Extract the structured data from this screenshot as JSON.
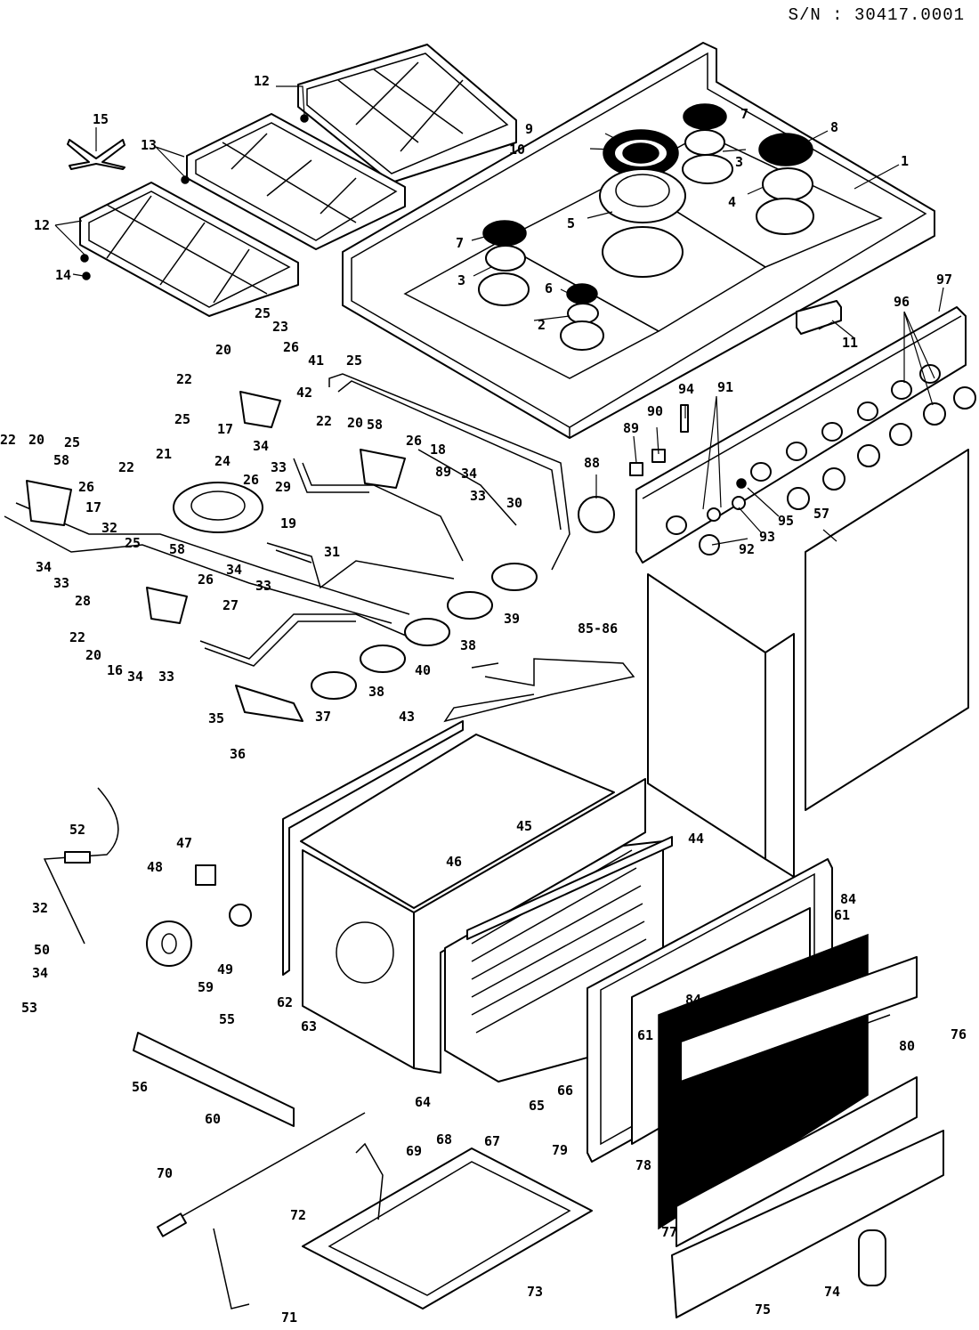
{
  "header": {
    "serial_number": "S/N : 30417.0001"
  },
  "colors": {
    "line": "#000000",
    "background": "#ffffff"
  },
  "callouts": [
    {
      "id": "1",
      "label": "1"
    },
    {
      "id": "2",
      "label": "2"
    },
    {
      "id": "3a",
      "label": "3"
    },
    {
      "id": "3b",
      "label": "3"
    },
    {
      "id": "4",
      "label": "4"
    },
    {
      "id": "5",
      "label": "5"
    },
    {
      "id": "6",
      "label": "6"
    },
    {
      "id": "7a",
      "label": "7"
    },
    {
      "id": "7b",
      "label": "7"
    },
    {
      "id": "8",
      "label": "8"
    },
    {
      "id": "9",
      "label": "9"
    },
    {
      "id": "10",
      "label": "10"
    },
    {
      "id": "11",
      "label": "11"
    },
    {
      "id": "12a",
      "label": "12"
    },
    {
      "id": "12b",
      "label": "12"
    },
    {
      "id": "13",
      "label": "13"
    },
    {
      "id": "14",
      "label": "14"
    },
    {
      "id": "15",
      "label": "15"
    },
    {
      "id": "16",
      "label": "16"
    },
    {
      "id": "17a",
      "label": "17"
    },
    {
      "id": "17b",
      "label": "17"
    },
    {
      "id": "18",
      "label": "18"
    },
    {
      "id": "19",
      "label": "19"
    },
    {
      "id": "20a",
      "label": "20"
    },
    {
      "id": "20b",
      "label": "20"
    },
    {
      "id": "20c",
      "label": "20"
    },
    {
      "id": "20d",
      "label": "20"
    },
    {
      "id": "21",
      "label": "21"
    },
    {
      "id": "22a",
      "label": "22"
    },
    {
      "id": "22b",
      "label": "22"
    },
    {
      "id": "22c",
      "label": "22"
    },
    {
      "id": "22d",
      "label": "22"
    },
    {
      "id": "22e",
      "label": "22"
    },
    {
      "id": "23",
      "label": "23"
    },
    {
      "id": "24",
      "label": "24"
    },
    {
      "id": "25a",
      "label": "25"
    },
    {
      "id": "25b",
      "label": "25"
    },
    {
      "id": "25c",
      "label": "25"
    },
    {
      "id": "25d",
      "label": "25"
    },
    {
      "id": "25e",
      "label": "25"
    },
    {
      "id": "26a",
      "label": "26"
    },
    {
      "id": "26b",
      "label": "26"
    },
    {
      "id": "26c",
      "label": "26"
    },
    {
      "id": "26d",
      "label": "26"
    },
    {
      "id": "26e",
      "label": "26"
    },
    {
      "id": "27",
      "label": "27"
    },
    {
      "id": "28",
      "label": "28"
    },
    {
      "id": "29",
      "label": "29"
    },
    {
      "id": "30",
      "label": "30"
    },
    {
      "id": "31",
      "label": "31"
    },
    {
      "id": "32a",
      "label": "32"
    },
    {
      "id": "32b",
      "label": "32"
    },
    {
      "id": "33a",
      "label": "33"
    },
    {
      "id": "33b",
      "label": "33"
    },
    {
      "id": "33c",
      "label": "33"
    },
    {
      "id": "33d",
      "label": "33"
    },
    {
      "id": "33e",
      "label": "33"
    },
    {
      "id": "34a",
      "label": "34"
    },
    {
      "id": "34b",
      "label": "34"
    },
    {
      "id": "34c",
      "label": "34"
    },
    {
      "id": "34d",
      "label": "34"
    },
    {
      "id": "34e",
      "label": "34"
    },
    {
      "id": "34f",
      "label": "34"
    },
    {
      "id": "35",
      "label": "35"
    },
    {
      "id": "36",
      "label": "36"
    },
    {
      "id": "37",
      "label": "37"
    },
    {
      "id": "38a",
      "label": "38"
    },
    {
      "id": "38b",
      "label": "38"
    },
    {
      "id": "39",
      "label": "39"
    },
    {
      "id": "40",
      "label": "40"
    },
    {
      "id": "41",
      "label": "41"
    },
    {
      "id": "42",
      "label": "42"
    },
    {
      "id": "43",
      "label": "43"
    },
    {
      "id": "44",
      "label": "44"
    },
    {
      "id": "45",
      "label": "45"
    },
    {
      "id": "46",
      "label": "46"
    },
    {
      "id": "47",
      "label": "47"
    },
    {
      "id": "48",
      "label": "48"
    },
    {
      "id": "49",
      "label": "49"
    },
    {
      "id": "50",
      "label": "50"
    },
    {
      "id": "52",
      "label": "52"
    },
    {
      "id": "53",
      "label": "53"
    },
    {
      "id": "55",
      "label": "55"
    },
    {
      "id": "56",
      "label": "56"
    },
    {
      "id": "57",
      "label": "57"
    },
    {
      "id": "58a",
      "label": "58"
    },
    {
      "id": "58b",
      "label": "58"
    },
    {
      "id": "58c",
      "label": "58"
    },
    {
      "id": "59",
      "label": "59"
    },
    {
      "id": "60",
      "label": "60"
    },
    {
      "id": "61a",
      "label": "61"
    },
    {
      "id": "61b",
      "label": "61"
    },
    {
      "id": "62",
      "label": "62"
    },
    {
      "id": "63",
      "label": "63"
    },
    {
      "id": "64",
      "label": "64"
    },
    {
      "id": "65",
      "label": "65"
    },
    {
      "id": "66",
      "label": "66"
    },
    {
      "id": "67",
      "label": "67"
    },
    {
      "id": "68",
      "label": "68"
    },
    {
      "id": "69",
      "label": "69"
    },
    {
      "id": "70",
      "label": "70"
    },
    {
      "id": "71",
      "label": "71"
    },
    {
      "id": "72",
      "label": "72"
    },
    {
      "id": "73",
      "label": "73"
    },
    {
      "id": "74",
      "label": "74"
    },
    {
      "id": "75",
      "label": "75"
    },
    {
      "id": "76",
      "label": "76"
    },
    {
      "id": "77",
      "label": "77"
    },
    {
      "id": "78",
      "label": "78"
    },
    {
      "id": "79",
      "label": "79"
    },
    {
      "id": "80",
      "label": "80"
    },
    {
      "id": "84a",
      "label": "84"
    },
    {
      "id": "84b",
      "label": "84"
    },
    {
      "id": "85-86",
      "label": "85-86"
    },
    {
      "id": "88",
      "label": "88"
    },
    {
      "id": "89a",
      "label": "89"
    },
    {
      "id": "89b",
      "label": "89"
    },
    {
      "id": "90",
      "label": "90"
    },
    {
      "id": "91",
      "label": "91"
    },
    {
      "id": "92",
      "label": "92"
    },
    {
      "id": "93",
      "label": "93"
    },
    {
      "id": "94",
      "label": "94"
    },
    {
      "id": "95",
      "label": "95"
    },
    {
      "id": "96",
      "label": "96"
    },
    {
      "id": "97",
      "label": "97"
    }
  ]
}
